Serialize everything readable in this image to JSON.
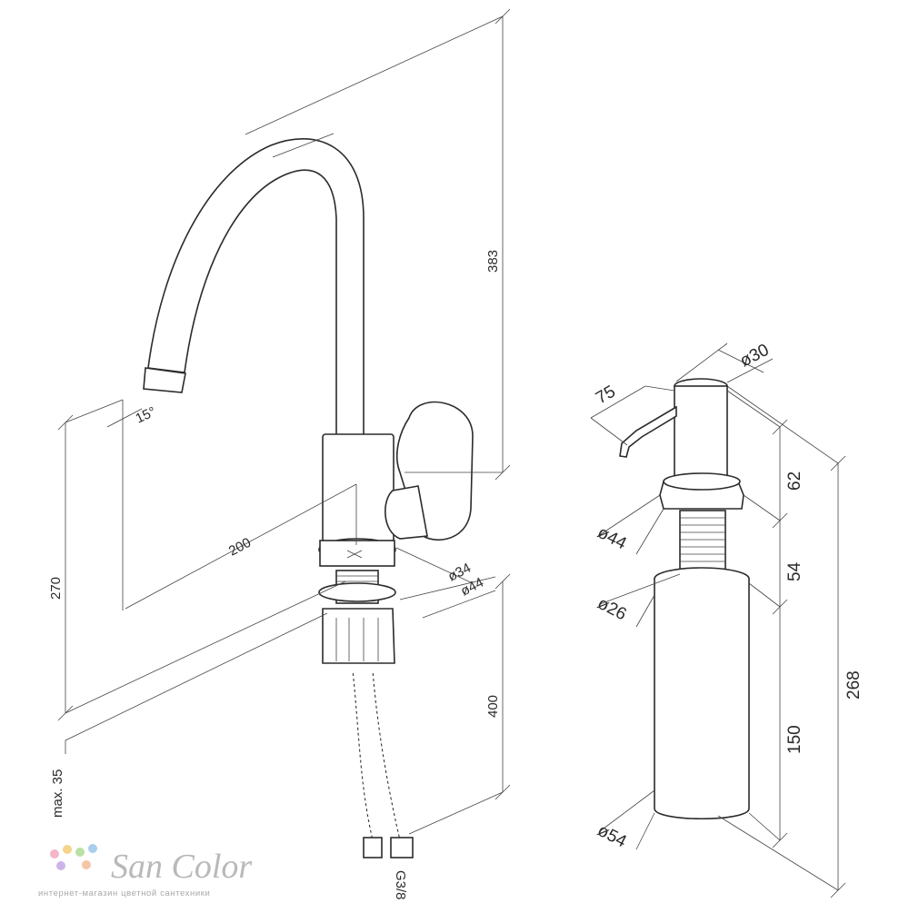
{
  "faucet": {
    "dims": {
      "height_total": "383",
      "reach": "200",
      "spout_height": "270",
      "angle": "15°",
      "d_inner": "ø34",
      "d_outer": "ø44",
      "hose_length": "400",
      "max_thickness": "max. 35",
      "thread": "G3/8"
    }
  },
  "dispenser": {
    "dims": {
      "d_head": "ø30",
      "spout_len": "75",
      "head_h": "62",
      "d_flange": "ø44",
      "shank_h": "54",
      "d_shank": "ø26",
      "total_h": "268",
      "bottle_h": "150",
      "d_bottle": "ø54"
    }
  },
  "logo": {
    "name": "San Color",
    "tagline": "интернет-магазин цветной сантехники",
    "dot_colors": [
      "#f4b6c8",
      "#f7d48a",
      "#b9e0a5",
      "#a9cdee",
      "#cdb4e8",
      "#f5c6a5"
    ]
  }
}
